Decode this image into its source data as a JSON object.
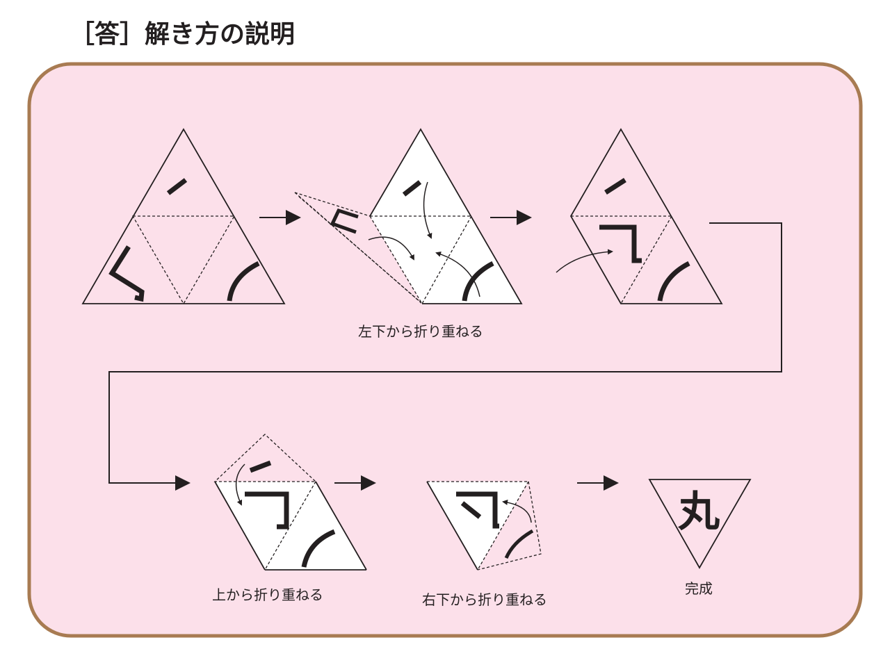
{
  "title": "［答］解き方の説明",
  "steps": [
    {
      "label": "左下から折り重ねる"
    },
    {
      "label": "上から折り重ねる"
    },
    {
      "label": "右下から折り重ねる"
    },
    {
      "label": "完成"
    }
  ],
  "result_character": "丸",
  "colors": {
    "panel_fill": "#fce0ea",
    "panel_border": "#a87b52",
    "ink": "#231f20"
  }
}
